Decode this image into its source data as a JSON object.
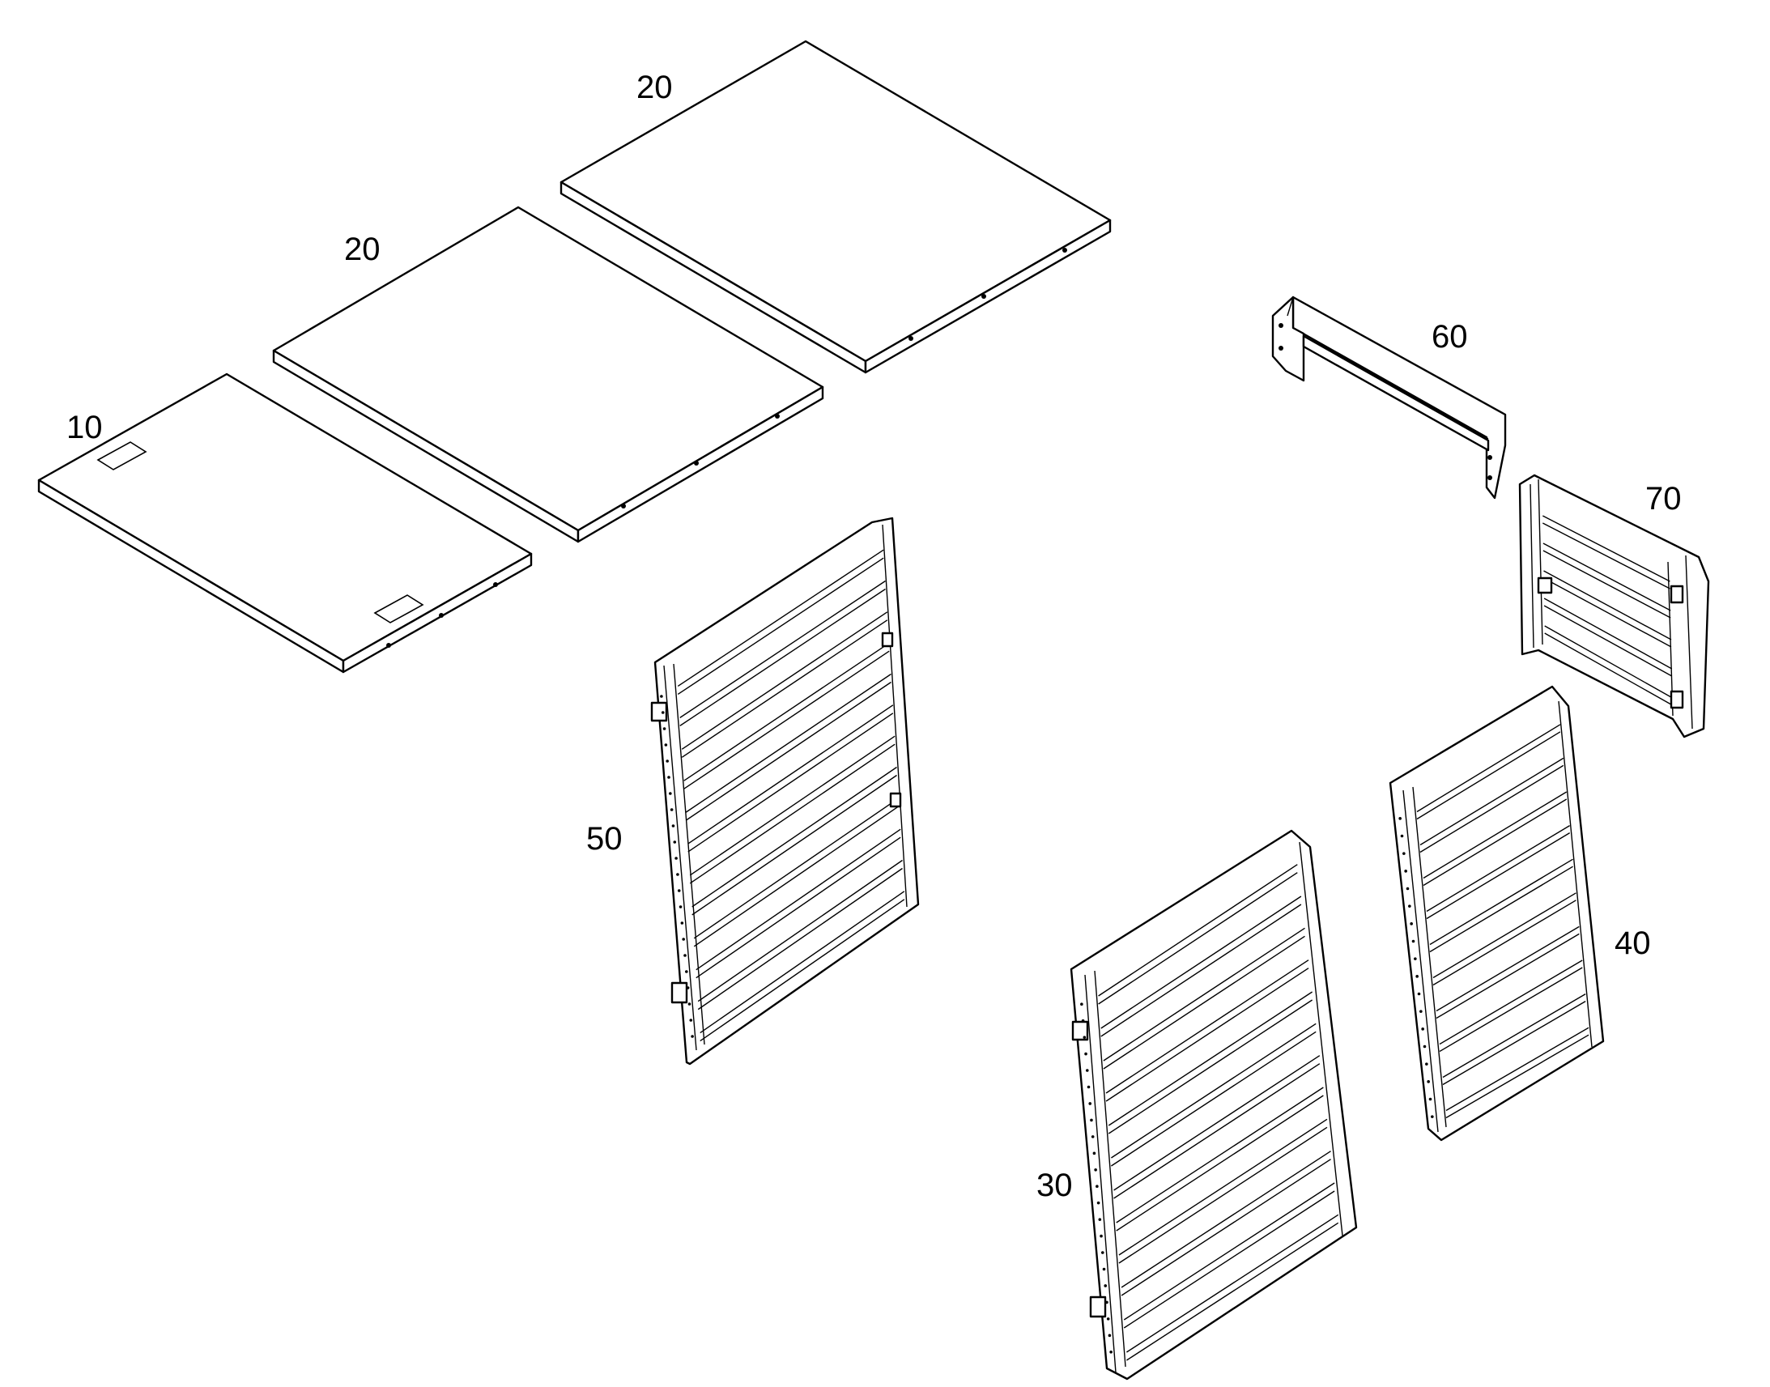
{
  "figure": {
    "parts": [
      {
        "id": "part-10",
        "label": "10"
      },
      {
        "id": "part-20a",
        "label": "20"
      },
      {
        "id": "part-20b",
        "label": "20"
      },
      {
        "id": "part-30",
        "label": "30"
      },
      {
        "id": "part-40",
        "label": "40"
      },
      {
        "id": "part-50",
        "label": "50"
      },
      {
        "id": "part-60",
        "label": "60"
      },
      {
        "id": "part-70",
        "label": "70"
      }
    ]
  }
}
